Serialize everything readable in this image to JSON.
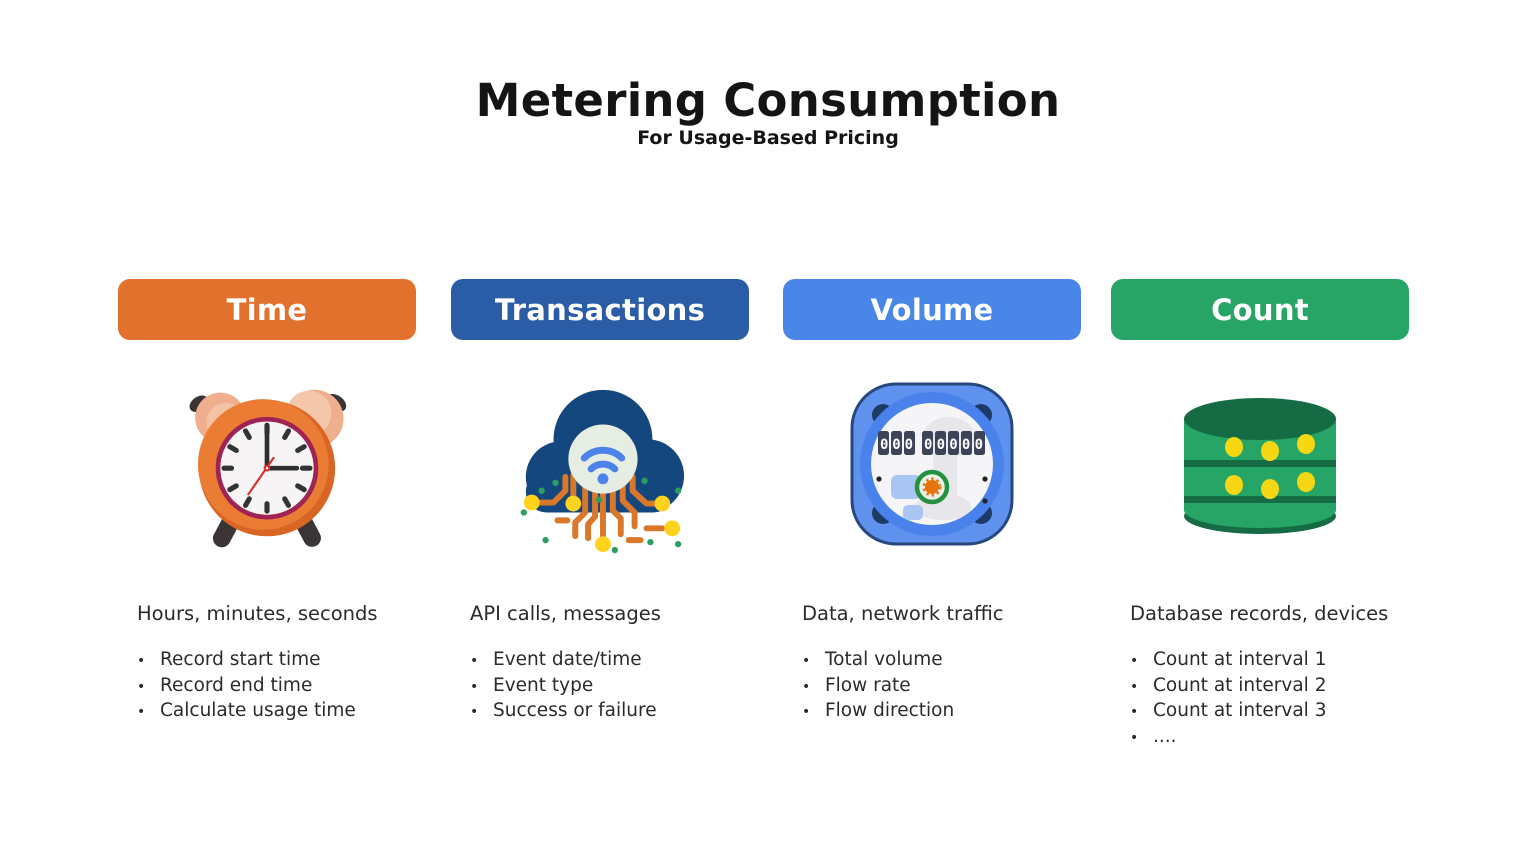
{
  "title": "Metering Consumption",
  "subtitle": "For Usage-Based Pricing",
  "columns": [
    {
      "label": "Time",
      "color": "#E2712E",
      "icon": "alarm-clock-icon",
      "heading": "Hours, minutes, seconds",
      "bullets": [
        "Record start time",
        "Record end time",
        "Calculate usage time"
      ]
    },
    {
      "label": "Transactions",
      "color": "#2A5DA6",
      "icon": "cloud-circuit-icon",
      "heading": "API calls, messages",
      "bullets": [
        "Event date/time",
        "Event type",
        "Success or failure"
      ]
    },
    {
      "label": "Volume",
      "color": "#4A86E8",
      "icon": "water-meter-icon",
      "heading": "Data, network traffic",
      "bullets": [
        "Total volume",
        "Flow rate",
        "Flow direction"
      ]
    },
    {
      "label": "Count",
      "color": "#26A566",
      "icon": "database-icon",
      "heading": "Database records, devices",
      "bullets": [
        "Count at interval 1",
        "Count at interval 2",
        "Count at interval 3",
        "...."
      ]
    }
  ],
  "meter": {
    "left_digits": "000",
    "right_digits": "00000"
  }
}
